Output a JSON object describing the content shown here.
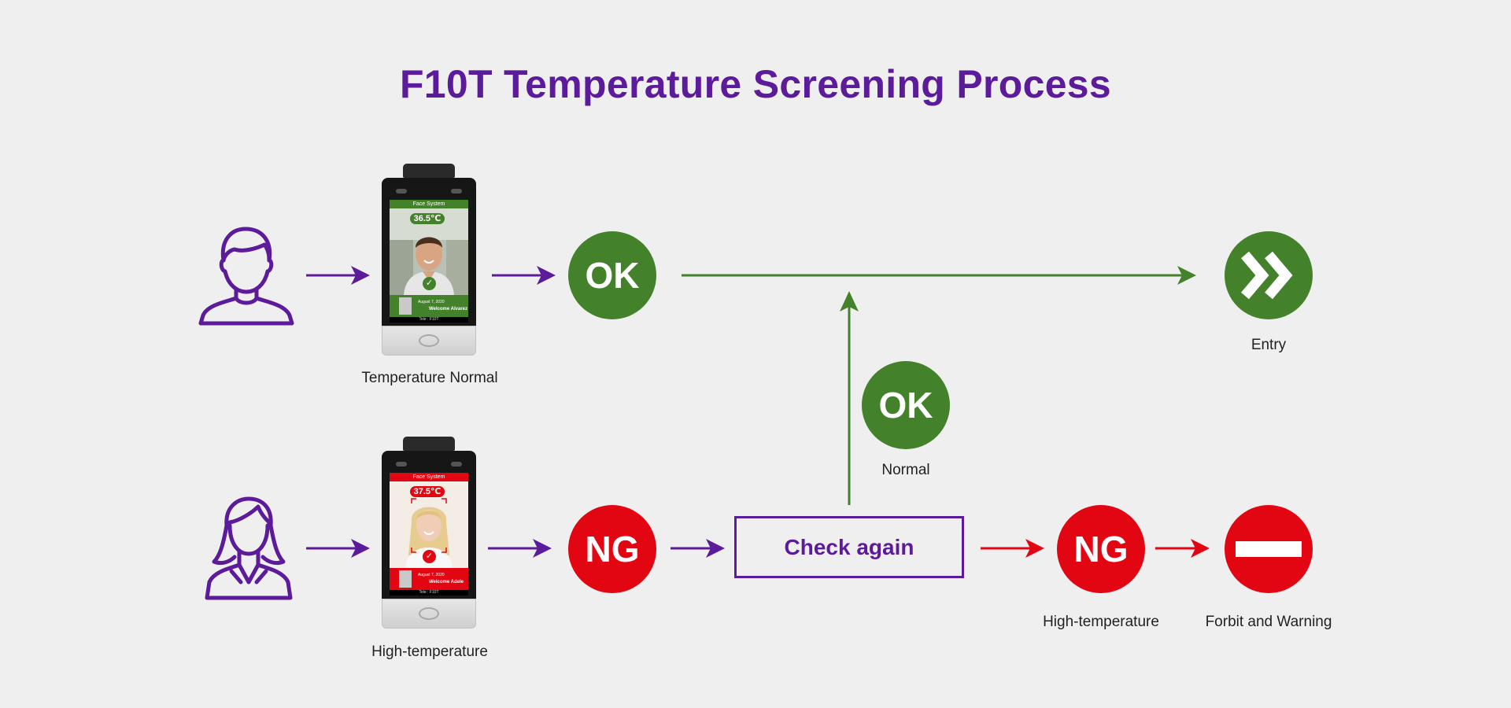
{
  "title": "F10T Temperature Screening Process",
  "colors": {
    "purple": "#5c1b9a",
    "green": "#43812b",
    "red": "#e20613",
    "background": "#efefef"
  },
  "nodes": {
    "person_male": {
      "icon": "male-person-icon"
    },
    "person_female": {
      "icon": "female-person-icon"
    },
    "device_normal": {
      "screen_header": "Face System",
      "temperature": "36.5℃",
      "date": "August 7, 2020",
      "welcome": "Welcome Alvarez",
      "model": "Tele : F10T",
      "label": "Temperature Normal"
    },
    "device_high": {
      "screen_header": "Face System",
      "temperature": "37.5℃",
      "date": "August 7, 2020",
      "welcome": "Welcome Adele",
      "model": "Tele : F10T",
      "label": "High-temperature"
    },
    "ok_top": {
      "text": "OK"
    },
    "entry": {
      "icon": "double-chevron-right-icon",
      "label": "Entry"
    },
    "ok_recheck": {
      "text": "OK",
      "label": "Normal"
    },
    "ng_first": {
      "text": "NG"
    },
    "check_again": {
      "text": "Check again"
    },
    "ng_second": {
      "text": "NG",
      "label": "High-temperature"
    },
    "forbid": {
      "icon": "no-entry-icon",
      "label": "Forbit and Warning"
    }
  }
}
